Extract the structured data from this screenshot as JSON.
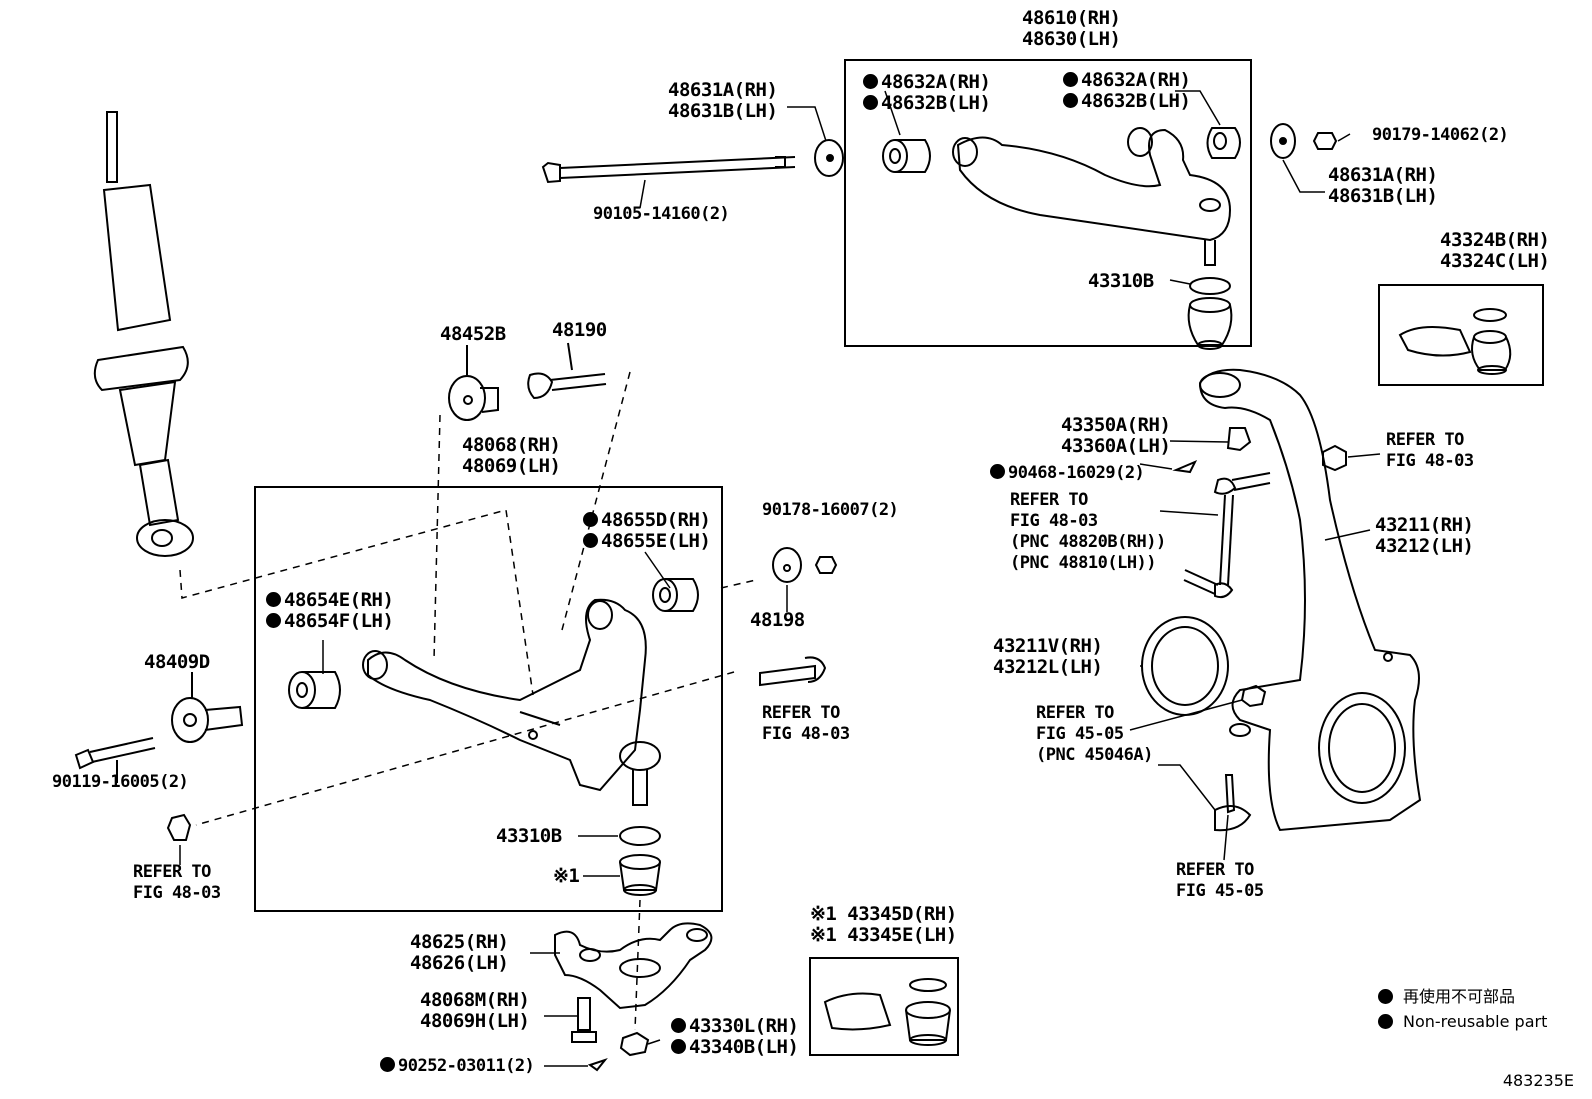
{
  "figure_code": "483235E",
  "legend": {
    "jp": "再使用不可部品",
    "en": "Non-reusable part"
  },
  "labels": {
    "upper_arm_rh": "48610(RH)",
    "upper_arm_lh": "48630(LH)",
    "cam_a_top_rh": "48631A(RH)",
    "cam_b_top_lh": "48631B(LH)",
    "bolt_90105": "90105-14160(2)",
    "bush_left_a": "48632A(RH)",
    "bush_left_b": "48632B(LH)",
    "bush_right_a": "48632A(RH)",
    "bush_right_b": "48632B(LH)",
    "nut_90179": "90179-14062(2)",
    "cam_a_right_rh": "48631A(RH)",
    "cam_b_right_lh": "48631B(LH)",
    "ring_upper": "43310B",
    "boot_kit_upper_rh": "43324B(RH)",
    "boot_kit_upper_lh": "43324C(LH)",
    "cam_48452b": "48452B",
    "bolt_48190": "48190",
    "lower_arm_rh": "48068(RH)",
    "lower_arm_lh": "48069(LH)",
    "bush_48655d": "48655D(RH)",
    "bush_48655e": "48655E(LH)",
    "nut_90178": "90178-16007(2)",
    "bush_48654e": "48654E(RH)",
    "bush_48654f": "48654F(LH)",
    "washer_48198": "48198",
    "cam_48409d": "48409D",
    "bolt_90119": "90119-16005(2)",
    "refer_mid_a": "REFER TO",
    "refer_mid_b": "FIG 48-03",
    "refer_left_a": "REFER TO",
    "refer_left_b": "FIG 48-03",
    "ring_lower": "43310B",
    "boot_marker": "※1",
    "cap_rh": "48625(RH)",
    "cap_lh": "48626(LH)",
    "bolt_48068m": "48068M(RH)",
    "bolt_48069h": "48069H(LH)",
    "pin_90252": "90252-03011(2)",
    "nut_43330l": "43330L(RH)",
    "nut_43340b": "43340B(LH)",
    "boot_kit_lower_rh": "※1 43345D(RH)",
    "boot_kit_lower_lh": "※1 43345E(LH)",
    "stopper_rh": "43350A(RH)",
    "stopper_lh": "43360A(LH)",
    "pin_90468": "90468-16029(2)",
    "refer_stab_1": "REFER TO",
    "refer_stab_2": "FIG 48-03",
    "refer_stab_3": "(PNC 48820B(RH))",
    "refer_stab_4": "(PNC 48810(LH))",
    "refer_top_right_a": "REFER TO",
    "refer_top_right_b": "FIG 48-03",
    "knuckle_rh": "43211(RH)",
    "knuckle_lh": "43212(LH)",
    "seal_rh": "43211V(RH)",
    "seal_lh": "43212L(LH)",
    "refer_45_1": "REFER TO",
    "refer_45_2": "FIG 45-05",
    "refer_45_3": "(PNC 45046A)",
    "refer_tie_a": "REFER TO",
    "refer_tie_b": "FIG 45-05"
  }
}
